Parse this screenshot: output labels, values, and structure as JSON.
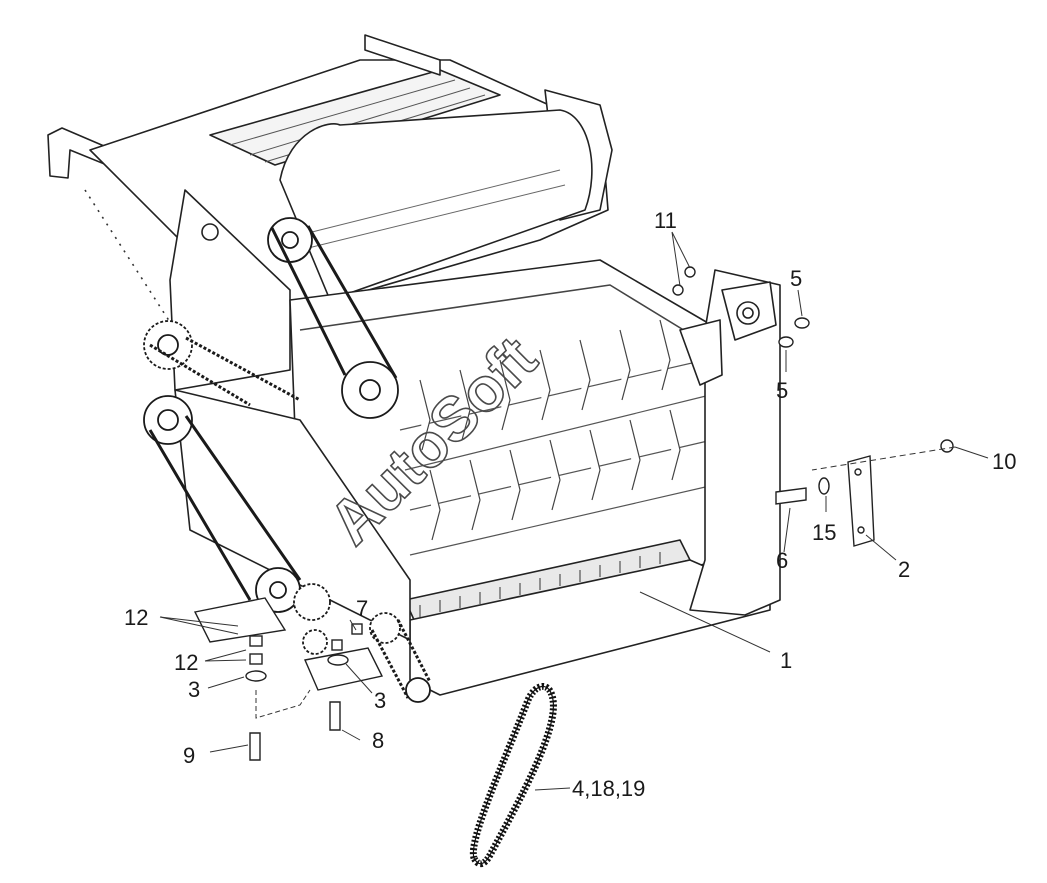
{
  "watermark": "AutoSoft",
  "callouts": [
    {
      "id": "c11",
      "text": "11"
    },
    {
      "id": "c5a",
      "text": "5"
    },
    {
      "id": "c5b",
      "text": "5"
    },
    {
      "id": "c10",
      "text": "10"
    },
    {
      "id": "c15",
      "text": "15"
    },
    {
      "id": "c6",
      "text": "6"
    },
    {
      "id": "c2",
      "text": "2"
    },
    {
      "id": "c1",
      "text": "1"
    },
    {
      "id": "c12a",
      "text": "12"
    },
    {
      "id": "c12b",
      "text": "12"
    },
    {
      "id": "c3a",
      "text": "3"
    },
    {
      "id": "c7",
      "text": "7"
    },
    {
      "id": "c3b",
      "text": "3"
    },
    {
      "id": "c9",
      "text": "9"
    },
    {
      "id": "c8",
      "text": "8"
    },
    {
      "id": "c4",
      "text": "4,18,19"
    }
  ]
}
